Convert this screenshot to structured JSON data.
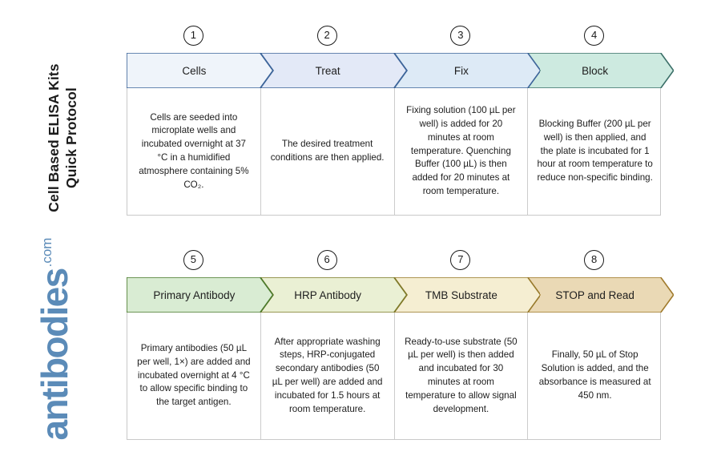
{
  "document": {
    "title_lines": [
      "Cell Based ELISA Kits",
      "Quick Protocol"
    ],
    "brand_word": "antibodies",
    "brand_tld": ".com",
    "brand_color": "#5b8bb8"
  },
  "rows": [
    {
      "id": "row-1",
      "steps": [
        {
          "number": "1",
          "label": "Cells",
          "fill": "#eff4fa",
          "stroke": "#3c6499",
          "text": "Cells are seeded into microplate wells and incubated overnight at 37 °C in a humidified atmosphere containing 5% CO₂."
        },
        {
          "number": "2",
          "label": "Treat",
          "fill": "#e3e9f7",
          "stroke": "#3c6499",
          "text": "The desired treatment conditions are then applied."
        },
        {
          "number": "3",
          "label": "Fix",
          "fill": "#ddeaf6",
          "stroke": "#3c6499",
          "text": "Fixing solution (100 µL per well) is added for 20 minutes at room temperature. Quenching Buffer (100 µL) is then added for 20 minutes at room temperature."
        },
        {
          "number": "4",
          "label": "Block",
          "fill": "#cdeae0",
          "stroke": "#3b6f68",
          "text": "Blocking Buffer (200 µL per well) is then applied, and the plate is incubated for 1 hour at room temperature to reduce non-specific binding."
        }
      ]
    },
    {
      "id": "row-2",
      "steps": [
        {
          "number": "5",
          "label": "Primary Antibody",
          "fill": "#d9ecd3",
          "stroke": "#4a7a2c",
          "text": "Primary antibodies (50 µL per well, 1×) are added and incubated overnight at 4 °C to allow specific binding to the target antigen."
        },
        {
          "number": "6",
          "label": "HRP Antibody",
          "fill": "#eaf0d4",
          "stroke": "#7d7a2a",
          "text": "After appropriate washing steps, HRP-conjugated secondary antibodies (50 µL per well) are added and incubated for 1.5 hours at room temperature."
        },
        {
          "number": "7",
          "label": "TMB Substrate",
          "fill": "#f5eed2",
          "stroke": "#97792a",
          "text": "Ready-to-use substrate (50 µL per well) is then added and incubated for 30 minutes at room temperature to allow signal development."
        },
        {
          "number": "8",
          "label": "STOP and Read",
          "fill": "#ead9b5",
          "stroke": "#a07a2c",
          "text": "Finally, 50 µL of Stop Solution is added, and the absorbance is measured at 450 nm."
        }
      ]
    }
  ]
}
